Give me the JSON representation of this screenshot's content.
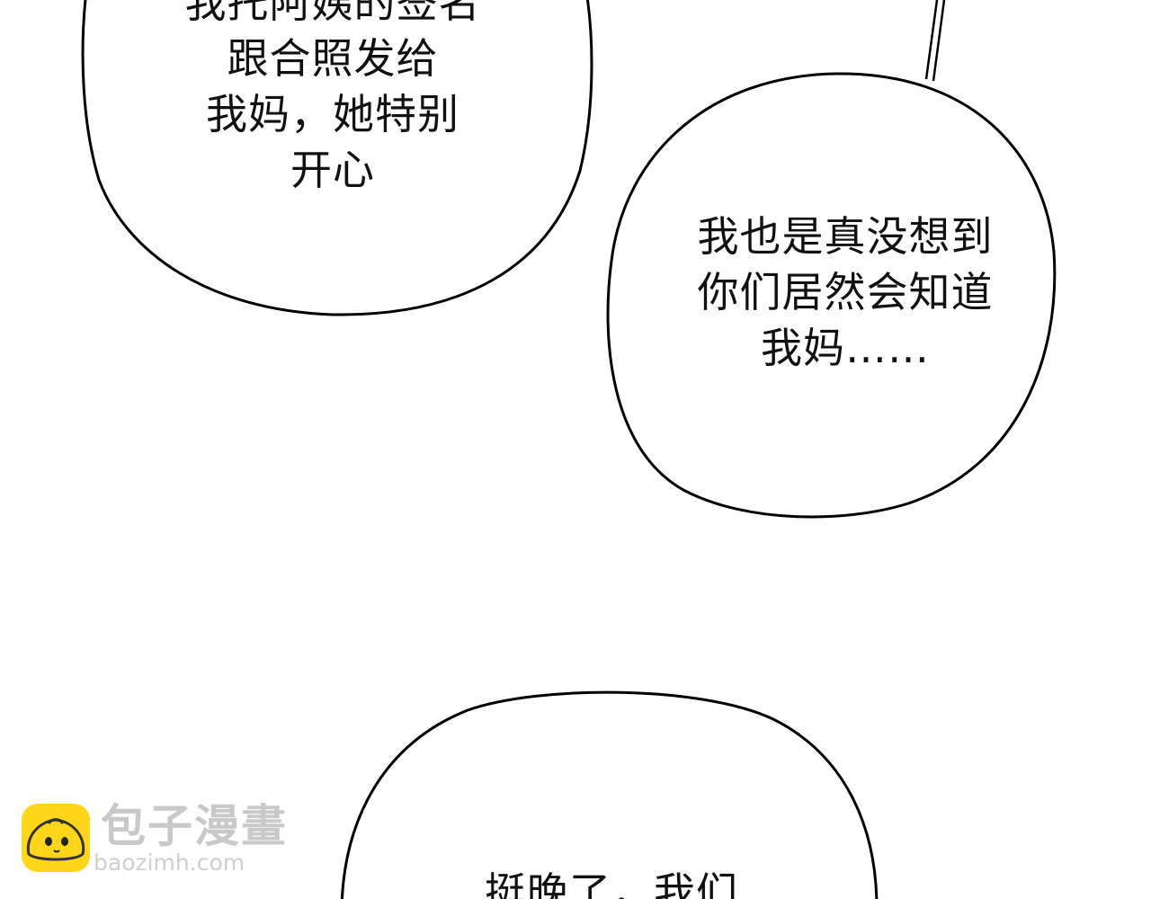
{
  "bubbles": [
    {
      "lines": [
        "我托阿姨的签名",
        "跟合照发给",
        "我妈，她特别",
        "开心"
      ]
    },
    {
      "lines": [
        "我也是真没想到",
        "你们居然会知道",
        "我妈……"
      ]
    },
    {
      "lines": [
        "挺晚了，我们"
      ]
    }
  ],
  "watermark": {
    "name": "包子漫畫",
    "url": "baozimh.com",
    "icon": "steamed-bun-icon",
    "icon_color": "#ffd61a",
    "text_color": "#c9c9c9"
  }
}
